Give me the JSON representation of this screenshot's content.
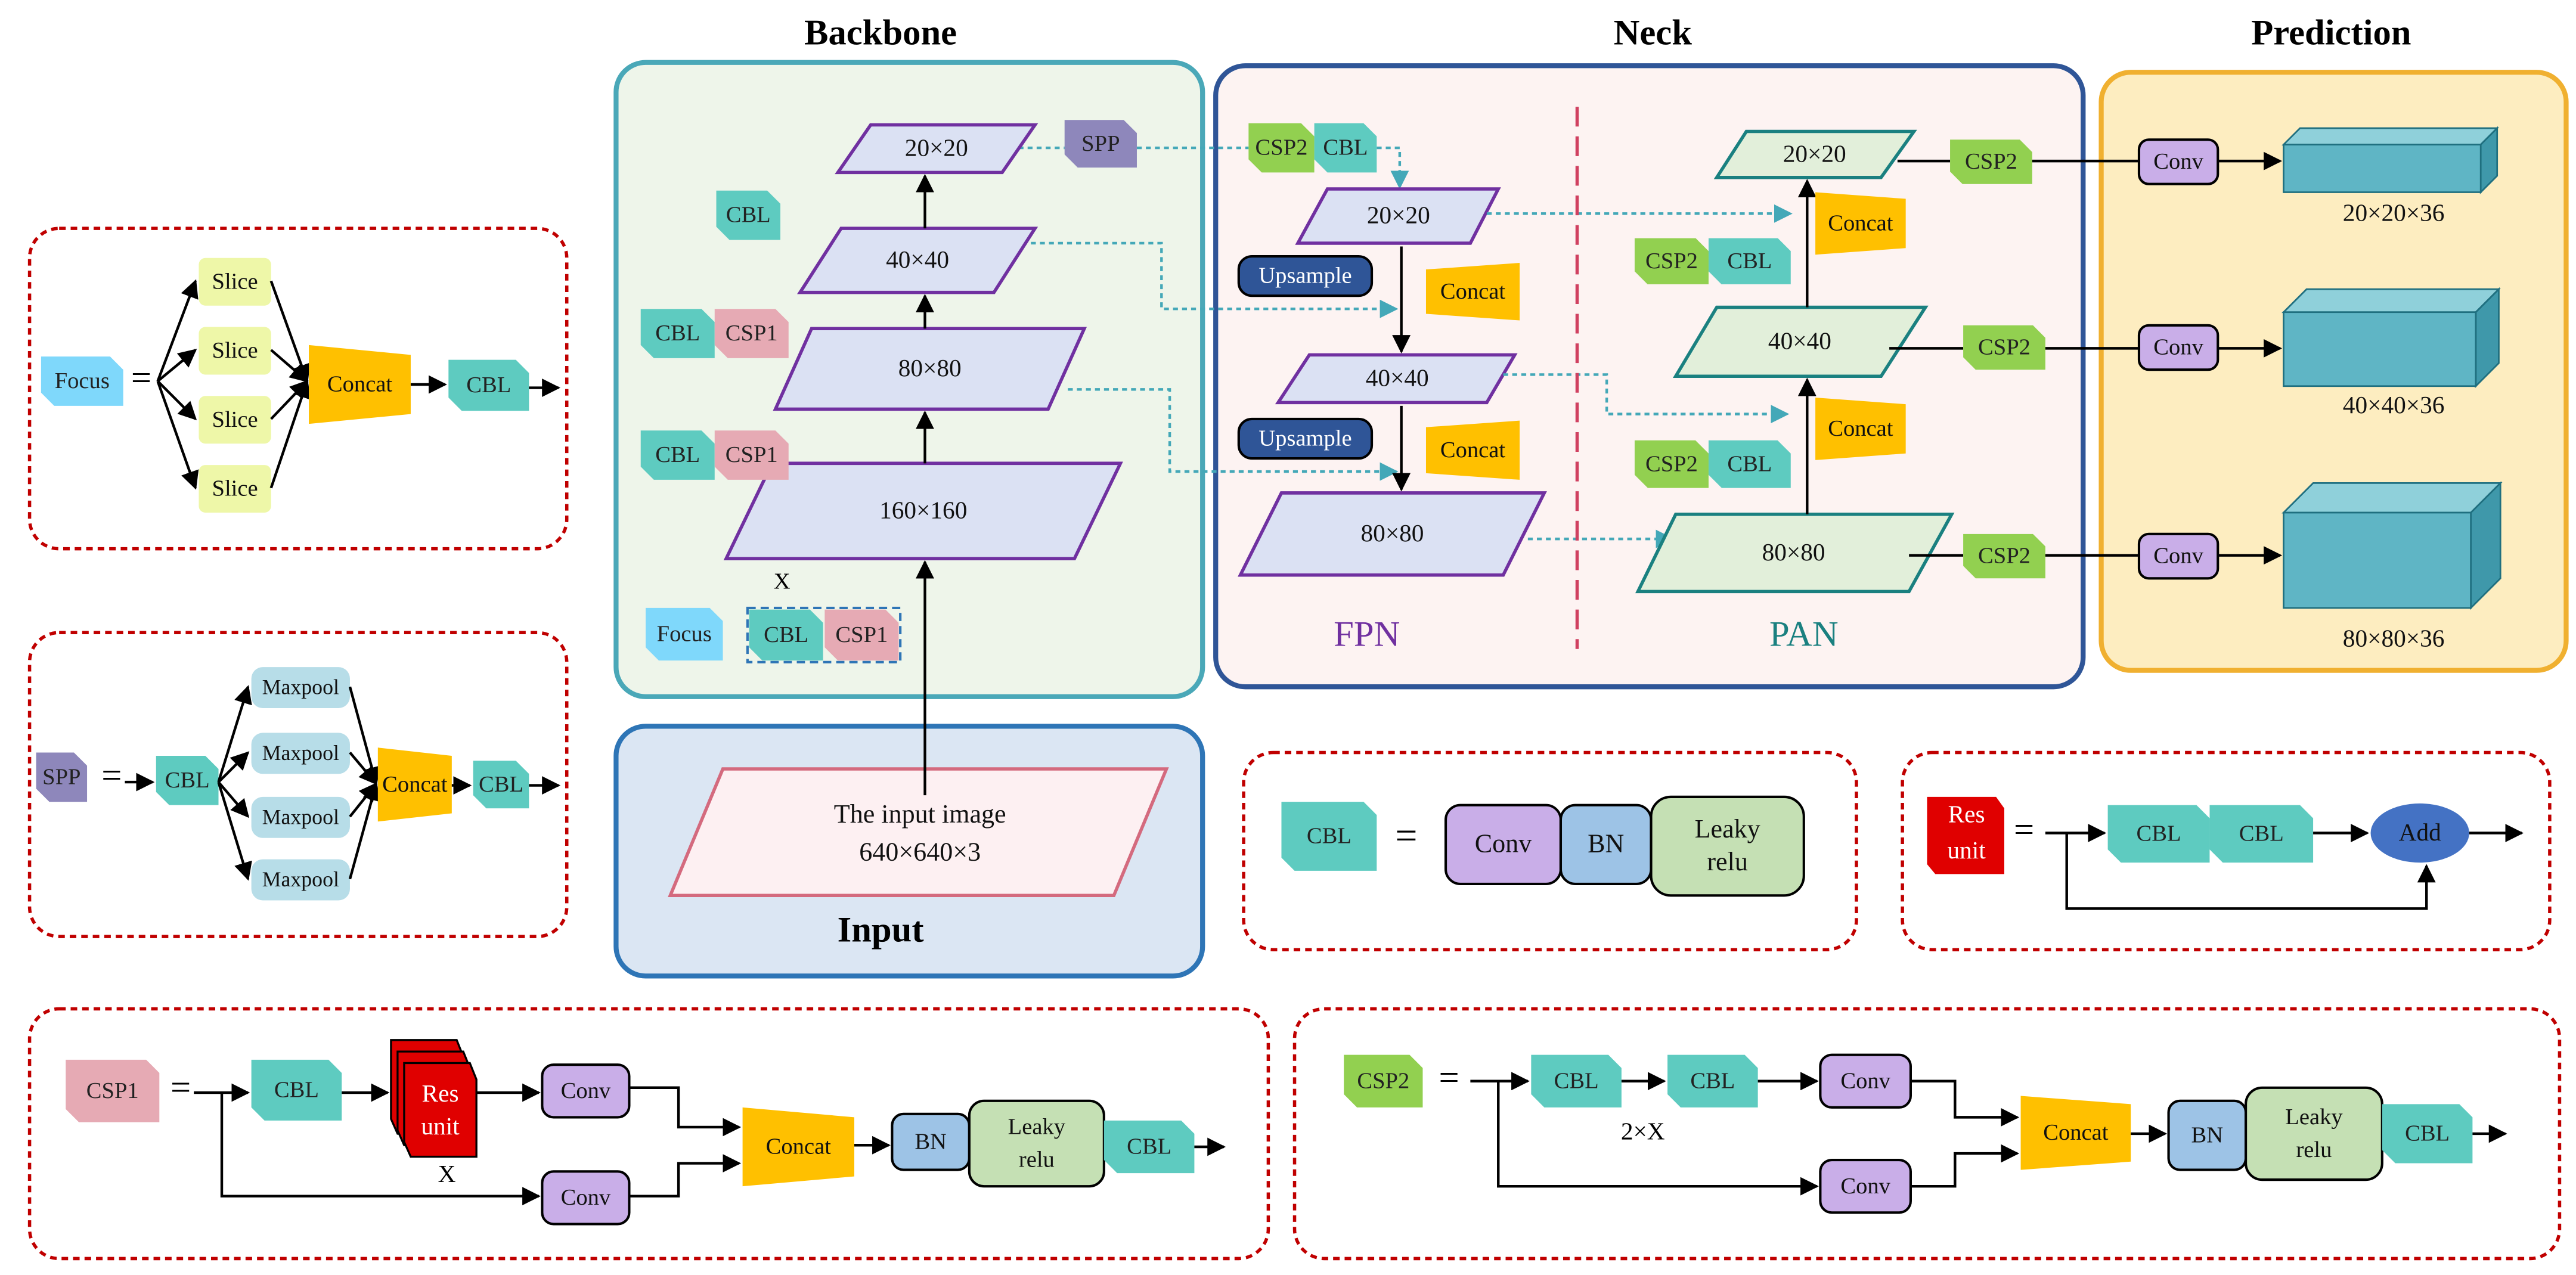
{
  "titles": {
    "backbone": "Backbone",
    "neck": "Neck",
    "prediction": "Prediction",
    "input": "Input",
    "fpn": "FPN",
    "pan": "PAN"
  },
  "labels": {
    "cbl": "CBL",
    "csp1": "CSP1",
    "csp2": "CSP2",
    "spp": "SPP",
    "focus": "Focus",
    "concat": "Concat",
    "upsample": "Upsample",
    "conv": "Conv",
    "bn": "BN",
    "leaky": "Leaky",
    "relu": "relu",
    "slice": "Slice",
    "maxpool": "Maxpool",
    "res": "Res",
    "unit": "unit",
    "add": "Add",
    "equals": "=",
    "x": "X",
    "two_x": "2×X"
  },
  "backbone": {
    "maps": [
      "20×20",
      "40×40",
      "80×80",
      "160×160"
    ]
  },
  "input": {
    "line1": "The input image",
    "line2": "640×640×3"
  },
  "neck": {
    "fpn_maps": [
      "20×20",
      "40×40",
      "80×80"
    ],
    "pan_maps": [
      "20×20",
      "40×40",
      "80×80"
    ]
  },
  "prediction": {
    "outputs": [
      "20×20×36",
      "40×40×36",
      "80×80×36"
    ]
  },
  "colors": {
    "cbl": "#5ecbc0",
    "csp1": "#e6aab4",
    "csp2": "#92d050",
    "spp": "#8e87bb",
    "focus": "#7fd8fb",
    "concat": "#ffc000",
    "upsample": "#2f5597",
    "conv": "#c9aee8",
    "bn": "#9dc3e6",
    "leaky": "#c5e0b4",
    "res": "#e00000",
    "add": "#4472c4",
    "slice": "#eef7a8",
    "maxpool": "#b7dde8",
    "cube": "#5fb5c5",
    "backbone_border": "#4aa8b8",
    "backbone_fill": "#eef5ea",
    "neck_border": "#2f5597",
    "neck_fill": "#fdf3f2",
    "prediction_border": "#f0b030",
    "prediction_fill": "#fdedc0",
    "input_border": "#2e75b6",
    "input_fill": "#dbe6f3",
    "module_border": "#c00000",
    "fpn_text": "#7030a0",
    "pan_text": "#1a8080",
    "dotted": "#44a8b8"
  }
}
